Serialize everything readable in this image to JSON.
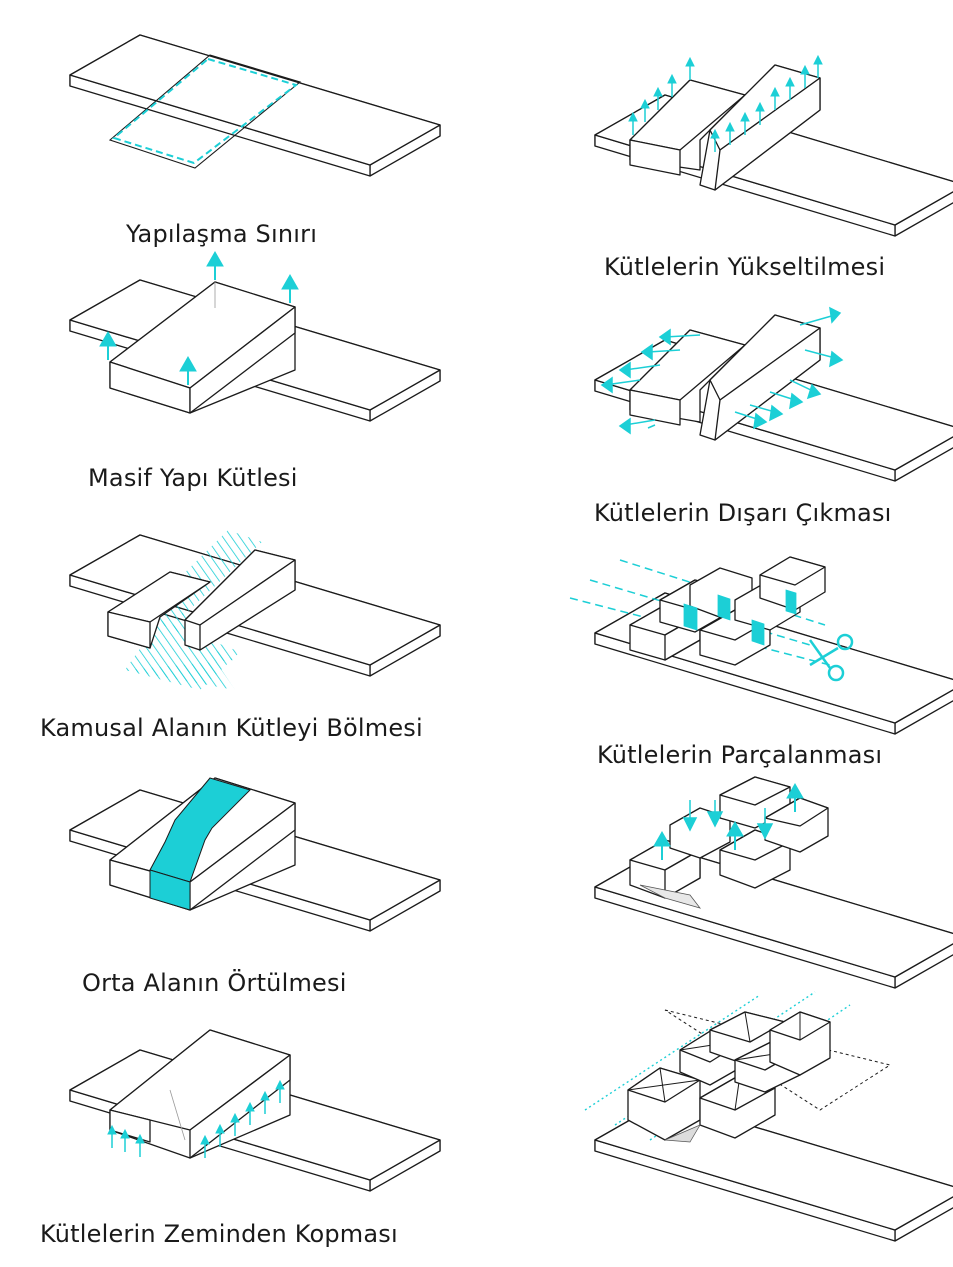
{
  "accent_color": "#1ccfd6",
  "line_color": "#1b1b1b",
  "steps": {
    "s1": "Yapılaşma Sınırı",
    "s2": "Masif Yapı Kütlesi",
    "s3": "Kamusal Alanın Kütleyi Bölmesi",
    "s4": "Orta Alanın Örtülmesi",
    "s5": "Kütlelerin Zeminden Kopması",
    "s6": "Kütlelerin Yükseltilmesi",
    "s7": "Kütlelerin Dışarı Çıkması",
    "s8": "Kütlelerin Parçalanması",
    "s9": "",
    "s10": ""
  },
  "icons": [
    "arrow-up-icon",
    "arrow-out-icon",
    "scissors-icon",
    "hatch-pattern",
    "dashed-cut-line"
  ]
}
